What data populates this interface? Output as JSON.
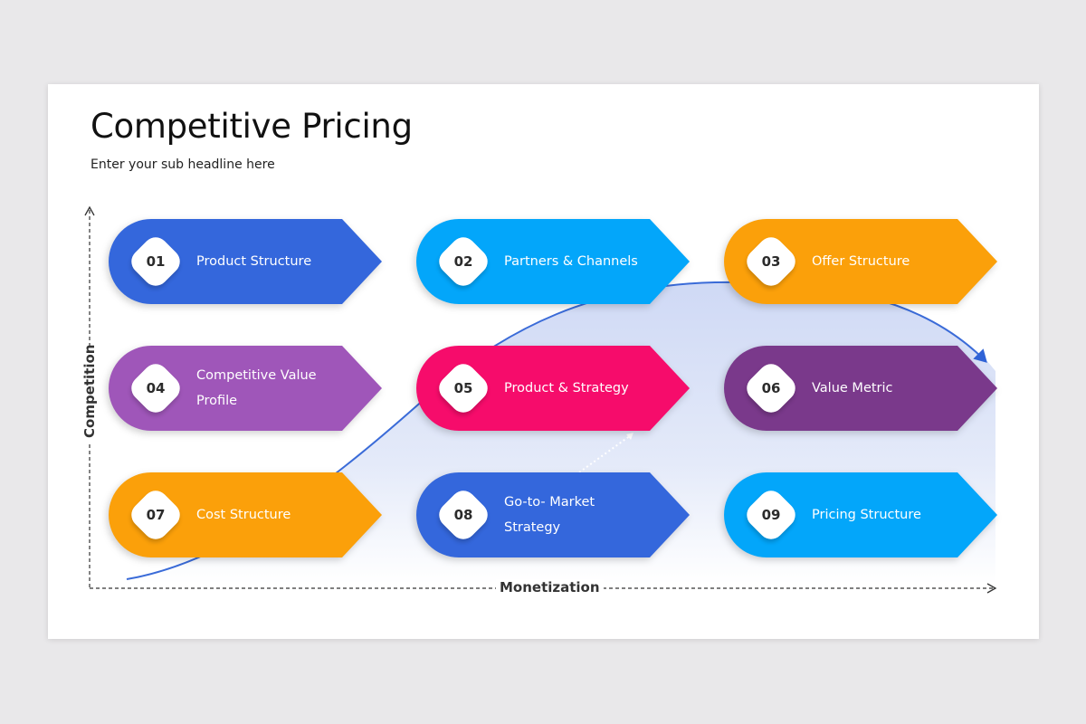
{
  "slide": {
    "title": "Competitive Pricing",
    "subtitle": "Enter your sub headline here"
  },
  "axes": {
    "x_label": "Monetization",
    "y_label": "Competition"
  },
  "colors": {
    "background": "#e9e8ea",
    "slide": "#ffffff",
    "blue": "#3467dc",
    "sky": "#03a6fa",
    "orange": "#fba00a",
    "violet": "#9f56b9",
    "pink": "#f60c6b",
    "plum": "#7a398b",
    "curve": "#3a6bd8",
    "curve_fill": "#d3ddf6"
  },
  "items": [
    {
      "num": "01",
      "label": "Product Structure",
      "color": "#3467dc"
    },
    {
      "num": "02",
      "label": "Partners & Channels",
      "color": "#03a6fa"
    },
    {
      "num": "03",
      "label": "Offer Structure",
      "color": "#fba00a"
    },
    {
      "num": "04",
      "label": "Competitive Value Profile",
      "color": "#9f56b9"
    },
    {
      "num": "05",
      "label": "Product & Strategy",
      "color": "#f60c6b"
    },
    {
      "num": "06",
      "label": "Value Metric",
      "color": "#7a398b"
    },
    {
      "num": "07",
      "label": "Cost Structure",
      "color": "#fba00a"
    },
    {
      "num": "08",
      "label": "Go-to- Market Strategy",
      "color": "#3467dc"
    },
    {
      "num": "09",
      "label": "Pricing Structure",
      "color": "#03a6fa"
    }
  ]
}
